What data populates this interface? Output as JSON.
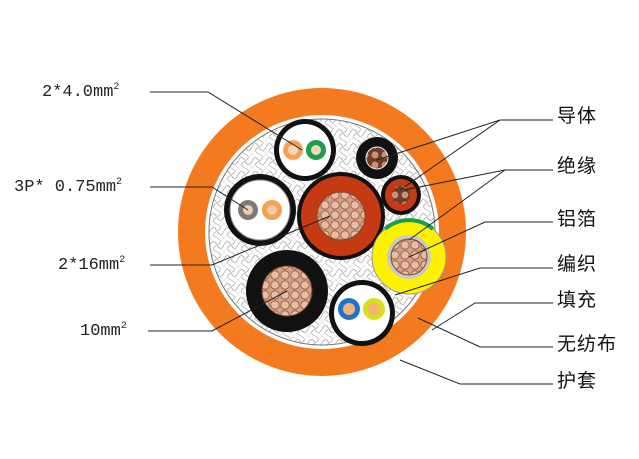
{
  "left_labels": [
    {
      "id": "conductor-2x4",
      "text": "2*4.0mm",
      "sup": "2"
    },
    {
      "id": "pair-3p075",
      "text": "3P* 0.75mm",
      "sup": "2"
    },
    {
      "id": "conductor-2x16",
      "text": "2*16mm",
      "sup": "2"
    },
    {
      "id": "conductor-10",
      "text": "10mm",
      "sup": "2"
    }
  ],
  "right_labels": [
    {
      "id": "conductor",
      "text": "导体"
    },
    {
      "id": "insulation",
      "text": "绝缘"
    },
    {
      "id": "aluminum-foil",
      "text": "铝箔"
    },
    {
      "id": "braid",
      "text": "编织"
    },
    {
      "id": "filler",
      "text": "填充"
    },
    {
      "id": "nonwoven",
      "text": "无纺布"
    },
    {
      "id": "sheath",
      "text": "护套"
    }
  ],
  "colors": {
    "sheath": "#f47a20",
    "braid_line": "#9a9a9a",
    "black_jacket": "#111111",
    "red_jacket": "#c53a12",
    "yellow_jacket": "#ffe300",
    "copper": "#d9a588",
    "blue_core": "#1e74c9",
    "green_core": "#1aa04a"
  }
}
